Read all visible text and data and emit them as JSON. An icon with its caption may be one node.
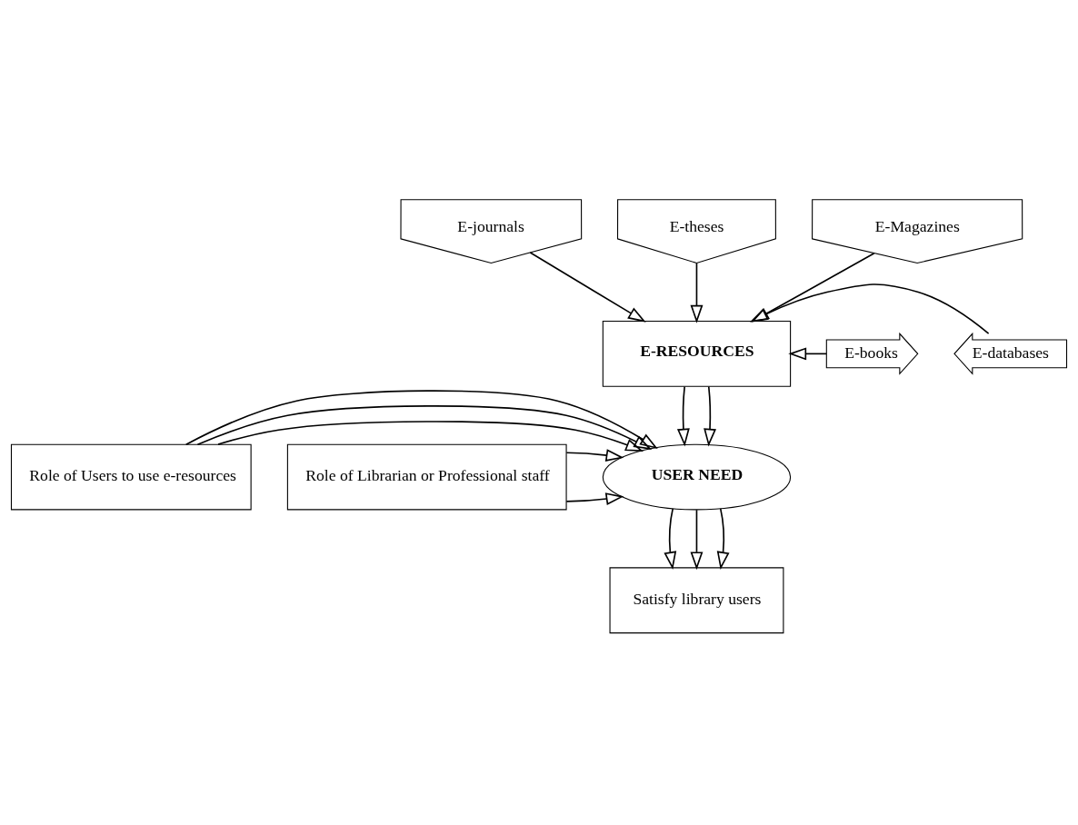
{
  "diagram": {
    "nodes": [
      {
        "text": [
          "E-journals"
        ]
      },
      {
        "text": [
          "E-theses"
        ]
      },
      {
        "text": [
          "E-Magazines"
        ]
      },
      {
        "text": [
          "E-books"
        ]
      },
      {
        "text": [
          "E-RESOURCES"
        ]
      },
      {
        "text": [
          "E-databases"
        ]
      },
      {
        "text": [
          "Role of Users to use e-resources"
        ]
      },
      {
        "text": [
          "USER NEED"
        ]
      },
      {
        "text": [
          "Role of Librarian or Professional staff"
        ]
      },
      {
        "text": [
          "Satisfy library users"
        ]
      }
    ],
    "edges": [
      {
        "from": 0,
        "to": 4,
        "arrow": "to"
      },
      {
        "from": 1,
        "to": 4,
        "arrow": "to"
      },
      {
        "from": 2,
        "to": 4,
        "arrow": "to"
      },
      {
        "from": 3,
        "to": 4,
        "arrow": "to"
      },
      {
        "from": 5,
        "to": 4,
        "arrow": "to"
      },
      {
        "from": 4,
        "to": 7,
        "arrow": "to"
      },
      {
        "from": 4,
        "to": 7,
        "arrow": "to"
      },
      {
        "from": 6,
        "to": 7,
        "arrow": "to"
      },
      {
        "from": 6,
        "to": 7,
        "arrow": "to"
      },
      {
        "from": 6,
        "to": 7,
        "arrow": "to"
      },
      {
        "from": 8,
        "to": 7,
        "arrow": "to"
      },
      {
        "from": 8,
        "to": 7,
        "arrow": "to"
      },
      {
        "from": 7,
        "to": 9,
        "arrow": "to"
      },
      {
        "from": 7,
        "to": 9,
        "arrow": "to"
      },
      {
        "from": 7,
        "to": 9,
        "arrow": "to"
      }
    ]
  }
}
